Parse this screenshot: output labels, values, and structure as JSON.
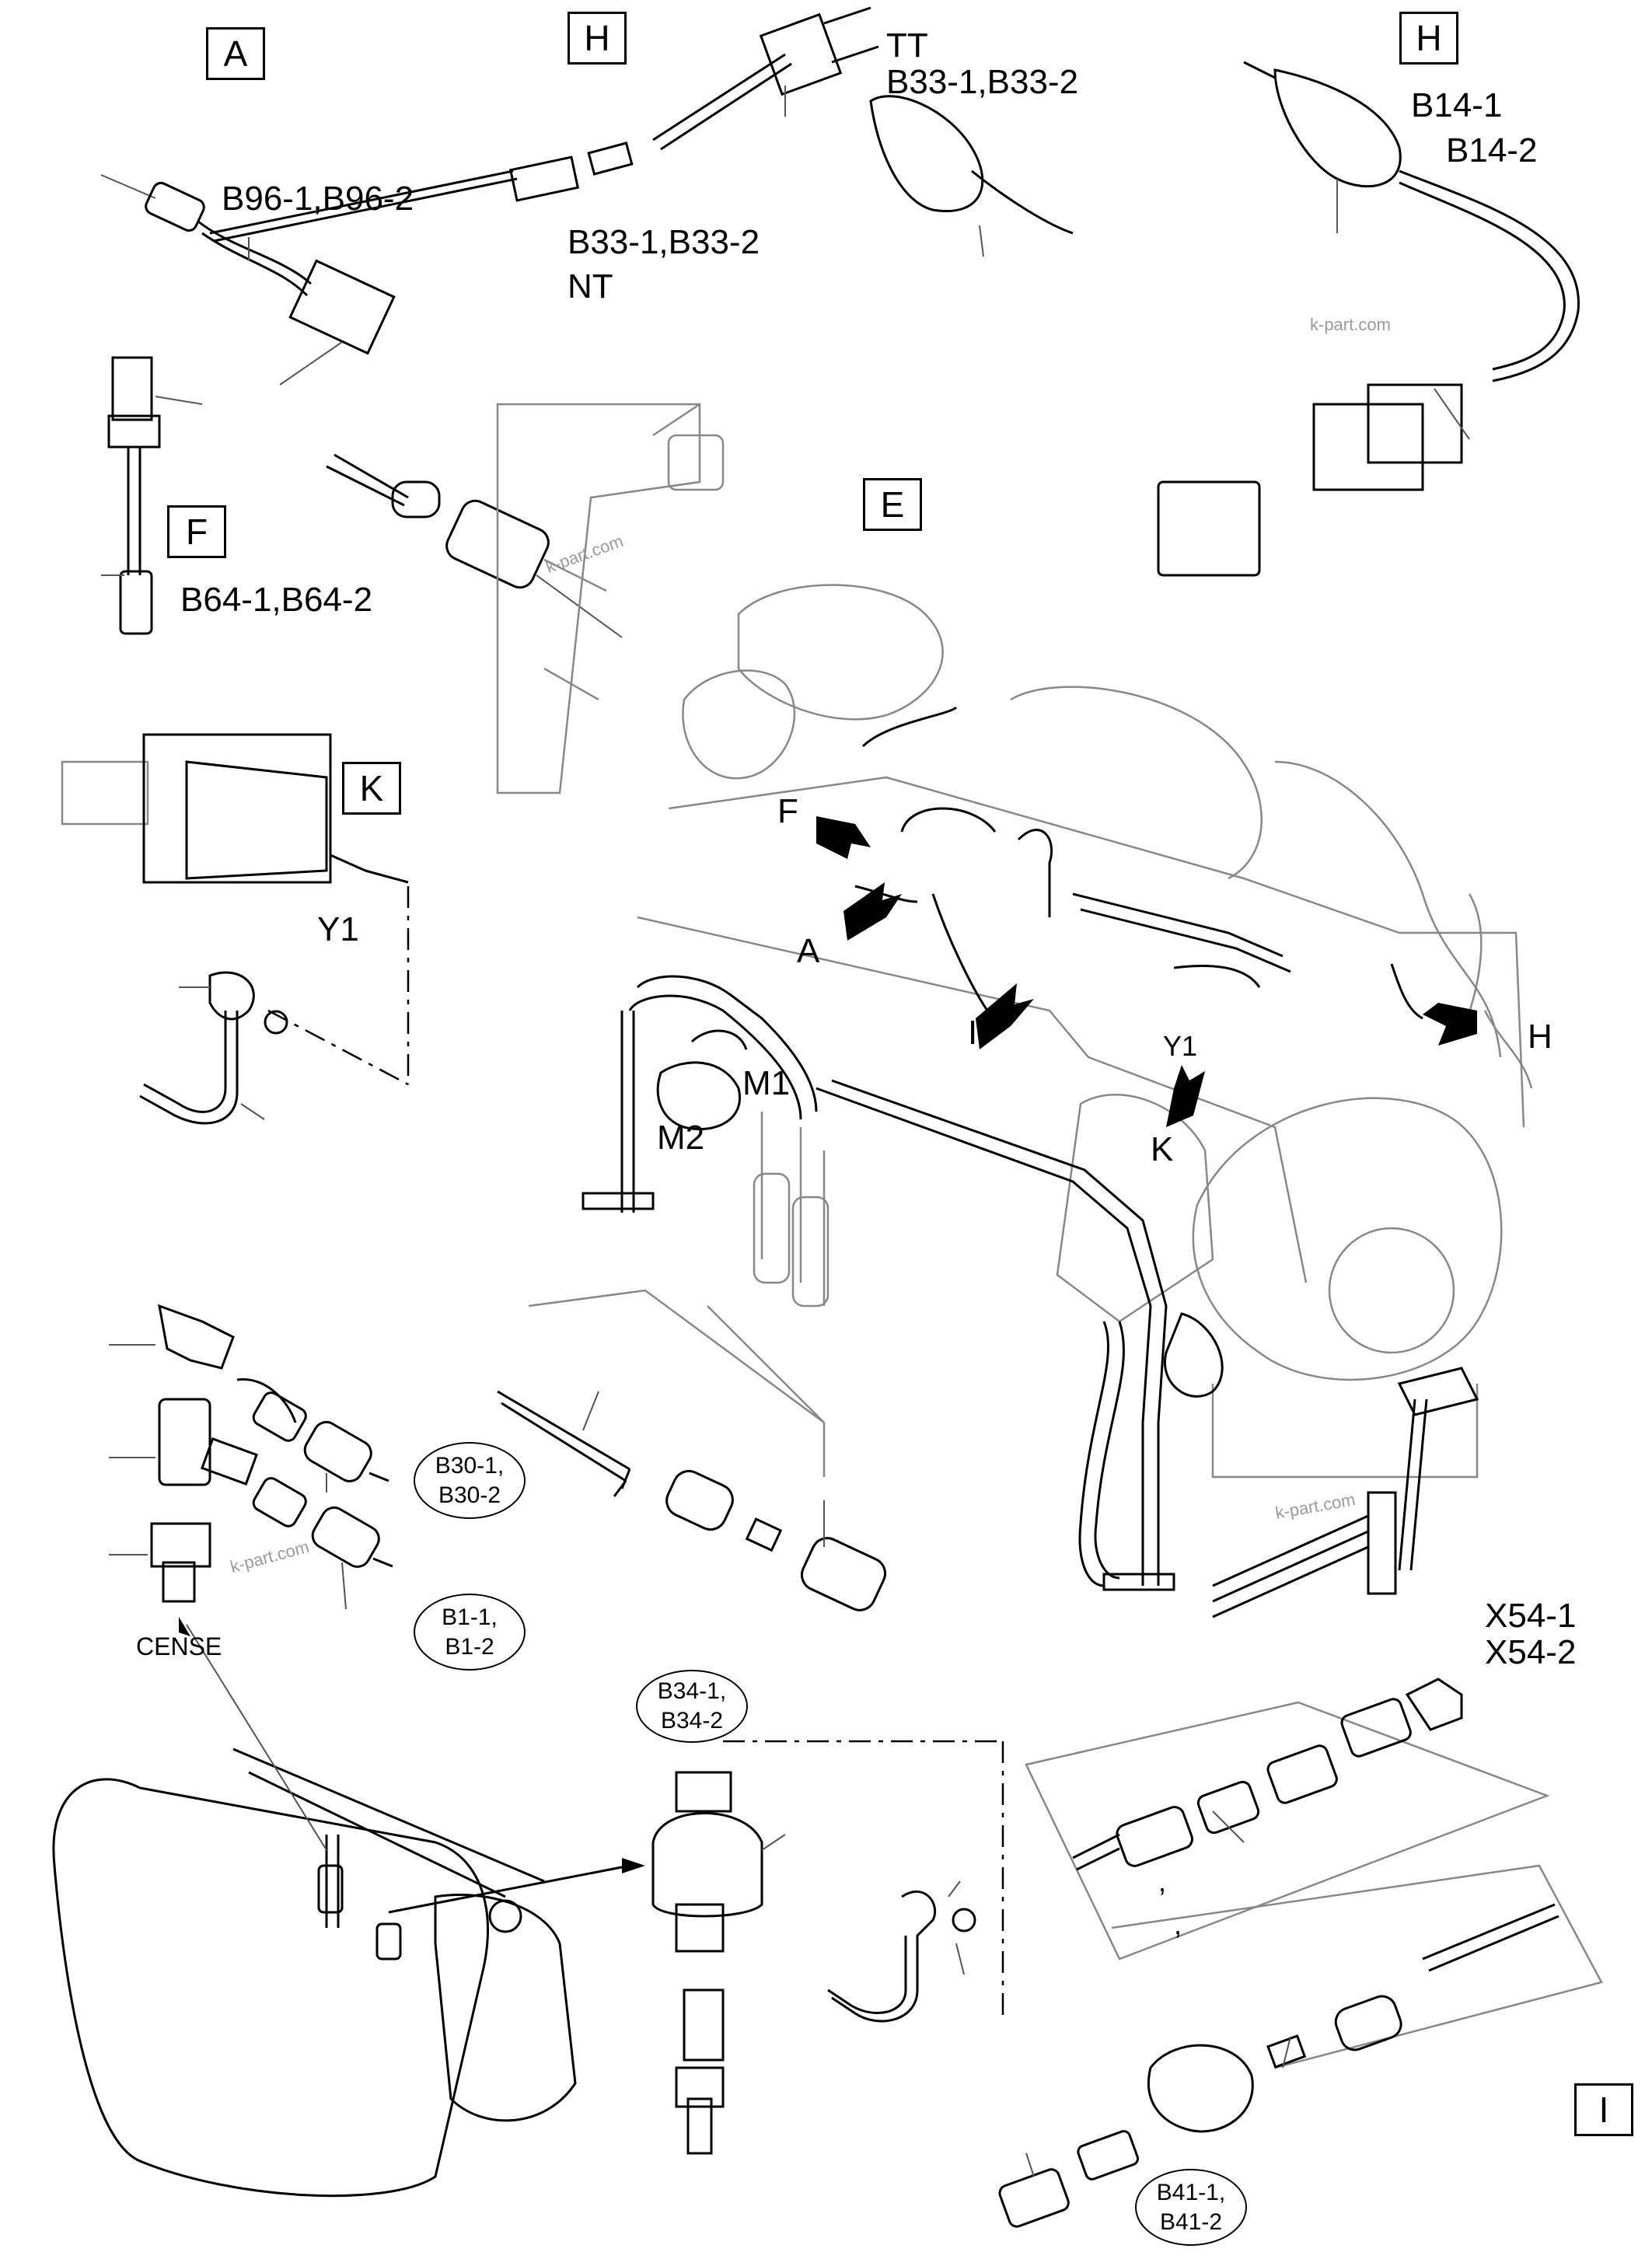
{
  "callouts": {
    "A": "A",
    "H_top": "H",
    "H_right": "H",
    "F": "F",
    "E": "E",
    "K": "K",
    "I": "I"
  },
  "parts": {
    "b96": "B96-1,B96-2",
    "b33_nt": "B33-1,B33-2",
    "nt": "NT",
    "tt": "TT",
    "b33_tt": "B33-1,B33-2",
    "b14_1": "B14-1",
    "b14_2": "B14-2",
    "b64": "B64-1,B64-2",
    "y1_left": "Y1",
    "y1_engine": "Y1",
    "m1": "M1",
    "m2": "M2",
    "cense": "CENSE",
    "x54_1": "X54-1",
    "x54_2": "X54-2"
  },
  "engine_arrows": {
    "F": "F",
    "A": "A",
    "I": "I",
    "K": "K",
    "H": "H"
  },
  "ovals": {
    "b30": [
      "B30-1,",
      "B30-2"
    ],
    "b1": [
      "B1-1,",
      "B1-2"
    ],
    "b34": [
      "B34-1,",
      "B34-2"
    ],
    "b41": [
      "B41-1,",
      "B41-2"
    ]
  },
  "commas": [
    ",",
    ","
  ],
  "watermark": "k-part.com"
}
